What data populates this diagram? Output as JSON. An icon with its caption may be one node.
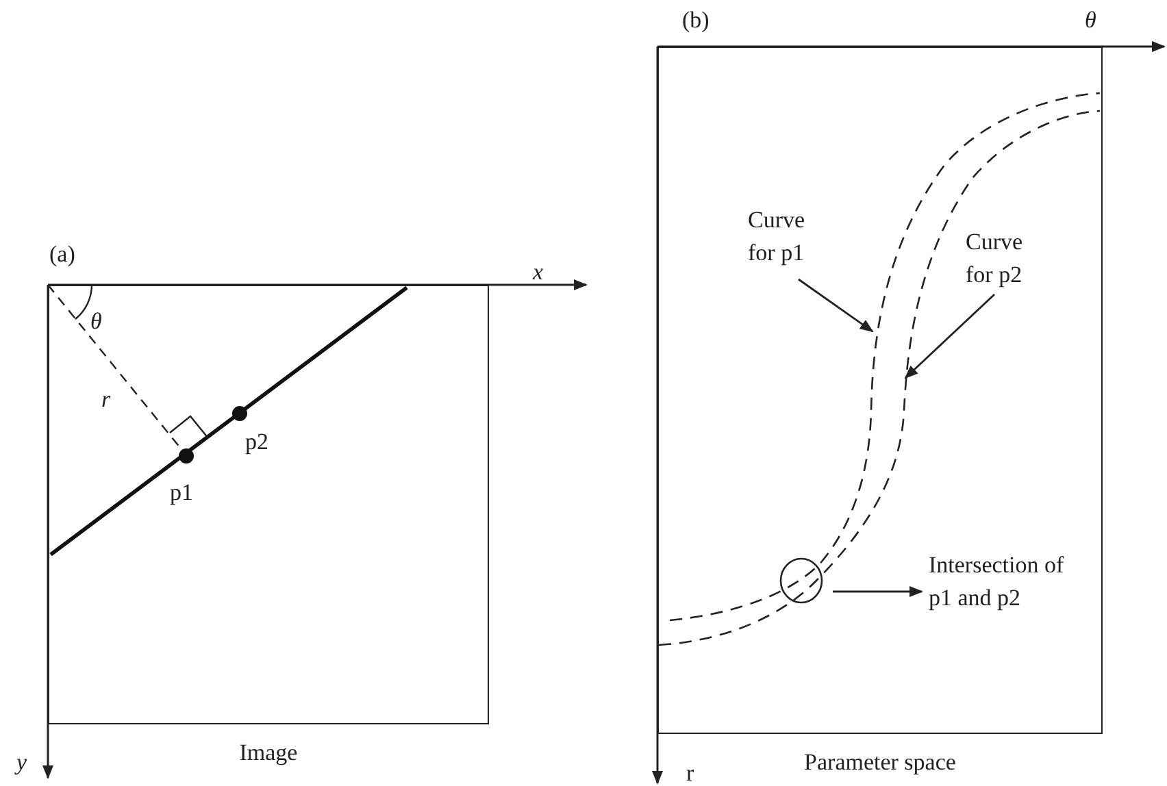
{
  "diagram": {
    "nodes": [
      {
        "text": [
          "Image"
        ]
      },
      {
        "text": [
          "Parameter space"
        ]
      },
      {
        "text": [
          "Curve for p1"
        ],
        "in": 1
      },
      {
        "text": [
          "Curve for p2"
        ],
        "in": 1
      },
      {
        "text": [],
        "shape": "circle",
        "in": 1
      },
      {
        "text": [
          "Intersection of p1 and p2"
        ],
        "in": 1
      }
    ],
    "edges": [
      {
        "from": 2,
        "to": null,
        "arrow": "to"
      },
      {
        "from": 3,
        "to": null,
        "arrow": "to"
      },
      {
        "from": 4,
        "to": 5,
        "arrow": "to"
      }
    ],
    "labels": [
      "(b)",
      "θ",
      "(a)",
      "x",
      "θ",
      "r",
      "p2",
      "p1",
      "y",
      "r"
    ]
  }
}
